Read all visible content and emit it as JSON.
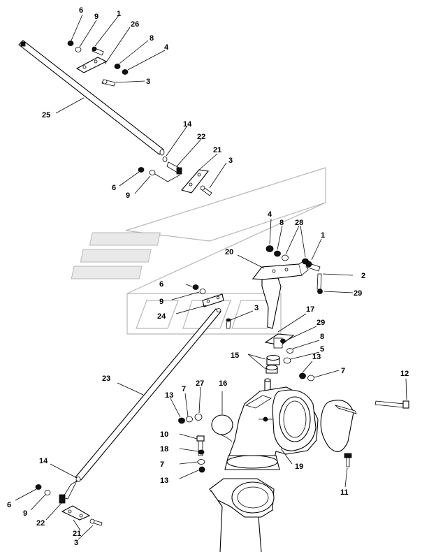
{
  "callouts": [
    {
      "id": "c-6a",
      "text": "6"
    },
    {
      "id": "c-9a",
      "text": "9"
    },
    {
      "id": "c-1a",
      "text": "1"
    },
    {
      "id": "c-26",
      "text": "26"
    },
    {
      "id": "c-8a",
      "text": "8"
    },
    {
      "id": "c-4a",
      "text": "4"
    },
    {
      "id": "c-3a",
      "text": "3"
    },
    {
      "id": "c-25",
      "text": "25"
    },
    {
      "id": "c-14a",
      "text": "14"
    },
    {
      "id": "c-22a",
      "text": "22"
    },
    {
      "id": "c-21a",
      "text": "21"
    },
    {
      "id": "c-3b",
      "text": "3"
    },
    {
      "id": "c-6b",
      "text": "6"
    },
    {
      "id": "c-9b",
      "text": "9"
    },
    {
      "id": "c-4b",
      "text": "4"
    },
    {
      "id": "c-8b",
      "text": "8"
    },
    {
      "id": "c-28",
      "text": "28"
    },
    {
      "id": "c-1b",
      "text": "1"
    },
    {
      "id": "c-20",
      "text": "20"
    },
    {
      "id": "c-2",
      "text": "2"
    },
    {
      "id": "c-6c",
      "text": "6"
    },
    {
      "id": "c-29a",
      "text": "29"
    },
    {
      "id": "c-9c",
      "text": "9"
    },
    {
      "id": "c-3c",
      "text": "3"
    },
    {
      "id": "c-17",
      "text": "17"
    },
    {
      "id": "c-24",
      "text": "24"
    },
    {
      "id": "c-29b",
      "text": "29"
    },
    {
      "id": "c-8c",
      "text": "8"
    },
    {
      "id": "c-5",
      "text": "5"
    },
    {
      "id": "c-15",
      "text": "15"
    },
    {
      "id": "c-13a",
      "text": "13"
    },
    {
      "id": "c-7a",
      "text": "7"
    },
    {
      "id": "c-23",
      "text": "23"
    },
    {
      "id": "c-12",
      "text": "12"
    },
    {
      "id": "c-7b",
      "text": "7"
    },
    {
      "id": "c-27",
      "text": "27"
    },
    {
      "id": "c-16",
      "text": "16"
    },
    {
      "id": "c-13b",
      "text": "13"
    },
    {
      "id": "c-10",
      "text": "10"
    },
    {
      "id": "c-18",
      "text": "18"
    },
    {
      "id": "c-7c",
      "text": "7"
    },
    {
      "id": "c-19",
      "text": "19"
    },
    {
      "id": "c-11",
      "text": "11"
    },
    {
      "id": "c-13c",
      "text": "13"
    },
    {
      "id": "c-14b",
      "text": "14"
    },
    {
      "id": "c-6d",
      "text": "6"
    },
    {
      "id": "c-9d",
      "text": "9"
    },
    {
      "id": "c-22b",
      "text": "22"
    },
    {
      "id": "c-21b",
      "text": "21"
    },
    {
      "id": "c-3d",
      "text": "3"
    }
  ],
  "icons": {
    "watermark": "brand-logo-watermark",
    "rod": "rod-icon",
    "nut": "nut-icon",
    "washer": "washer-icon",
    "bolt": "bolt-icon",
    "bracket": "bracket-icon",
    "elbow": "spout-elbow-icon",
    "flange": "flange-icon"
  },
  "colors": {
    "ink": "#000000",
    "watermark": "#b8b8b8",
    "background": "#ffffff"
  }
}
